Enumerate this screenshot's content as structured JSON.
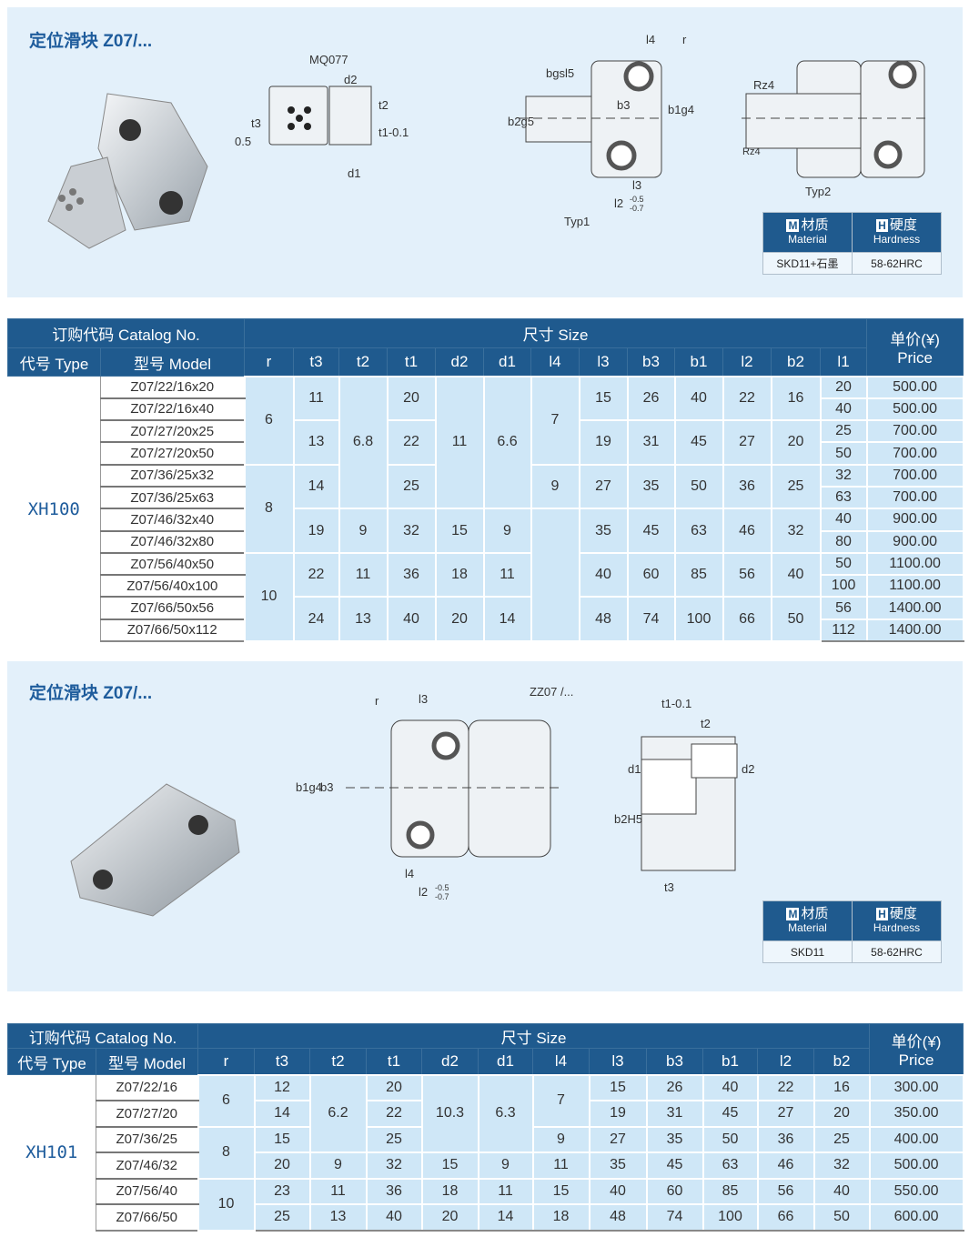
{
  "section1": {
    "title": "定位滑块 Z07/...",
    "drawing_labels": {
      "mq": "MQ077",
      "d2": "d2",
      "d1": "d1",
      "t2": "t2",
      "t1": "t1-0.1",
      "t3": "t3",
      "off": "0.5",
      "bgsl5": "bgsl5",
      "b2g5": "b2g5",
      "b3": "b3",
      "b1g4": "b1g4",
      "l4": "l4",
      "r": "r",
      "l3": "l3",
      "l2": "l2",
      "tol_up": "-0.5",
      "tol_dn": "-0.7",
      "typ1": "Typ1",
      "typ2": "Typ2",
      "rz1": "Rz4",
      "rz2": "Rz4"
    },
    "material": {
      "m_icon": "M",
      "m_label": "材质",
      "m_en": "Material",
      "h_icon": "H",
      "h_label": "硬度",
      "h_en": "Hardness",
      "material": "SKD11+石墨",
      "hardness": "58-62HRC"
    }
  },
  "table1": {
    "catalog": "订购代码 Catalog No.",
    "size": "尺寸 Size",
    "price_cn": "单价(¥)",
    "price_en": "Price",
    "type_h": "代号 Type",
    "model_h": "型号 Model",
    "cols": [
      "r",
      "t3",
      "t2",
      "t1",
      "d2",
      "d1",
      "l4",
      "l3",
      "b3",
      "b1",
      "l2",
      "b2",
      "l1"
    ],
    "rows": [
      [
        "XH100",
        "Z07/22/16x20",
        "6",
        "11",
        "6.8",
        "20",
        "11",
        "6.6",
        "7",
        "15",
        "26",
        "40",
        "22",
        "16",
        "20",
        "500.00"
      ],
      [
        "XH100",
        "Z07/22/16x40",
        "6",
        "11",
        "6.8",
        "20",
        "11",
        "6.6",
        "7",
        "15",
        "26",
        "40",
        "22",
        "16",
        "40",
        "500.00"
      ],
      [
        "XH100",
        "Z07/27/20x25",
        "6",
        "13",
        "6.8",
        "22",
        "11",
        "6.6",
        "7",
        "19",
        "31",
        "45",
        "27",
        "20",
        "25",
        "700.00"
      ],
      [
        "XH100",
        "Z07/27/20x50",
        "6",
        "13",
        "6.8",
        "22",
        "11",
        "6.6",
        "7",
        "19",
        "31",
        "45",
        "27",
        "20",
        "50",
        "700.00"
      ],
      [
        "XH100",
        "Z07/36/25x32",
        "8",
        "14",
        "6.8",
        "25",
        "11",
        "6.6",
        "9",
        "27",
        "35",
        "50",
        "36",
        "25",
        "32",
        "700.00"
      ],
      [
        "XH100",
        "Z07/36/25x63",
        "8",
        "14",
        "6.8",
        "25",
        "11",
        "6.6",
        "9",
        "27",
        "35",
        "50",
        "36",
        "25",
        "63",
        "700.00"
      ],
      [
        "XH100",
        "Z07/46/32x40",
        "8",
        "19",
        "9",
        "32",
        "15",
        "9",
        "",
        "35",
        "45",
        "63",
        "46",
        "32",
        "40",
        "900.00"
      ],
      [
        "XH100",
        "Z07/46/32x80",
        "8",
        "19",
        "9",
        "32",
        "15",
        "9",
        "",
        "35",
        "45",
        "63",
        "46",
        "32",
        "80",
        "900.00"
      ],
      [
        "XH100",
        "Z07/56/40x50",
        "10",
        "22",
        "11",
        "36",
        "18",
        "11",
        "",
        "40",
        "60",
        "85",
        "56",
        "40",
        "50",
        "1100.00"
      ],
      [
        "XH100",
        "Z07/56/40x100",
        "10",
        "22",
        "11",
        "36",
        "18",
        "11",
        "",
        "40",
        "60",
        "85",
        "56",
        "40",
        "100",
        "1100.00"
      ],
      [
        "XH100",
        "Z07/66/50x56",
        "10",
        "24",
        "13",
        "40",
        "20",
        "14",
        "",
        "48",
        "74",
        "100",
        "66",
        "50",
        "56",
        "1400.00"
      ],
      [
        "XH100",
        "Z07/66/50x112",
        "10",
        "24",
        "13",
        "40",
        "20",
        "14",
        "",
        "48",
        "74",
        "100",
        "66",
        "50",
        "112",
        "1400.00"
      ]
    ]
  },
  "section2": {
    "title": "定位滑块 Z07/...",
    "drawing_labels": {
      "r": "r",
      "l3": "l3",
      "zz": "ZZ07 /...",
      "b1g4": "b1g4",
      "b3": "b3",
      "l4": "l4",
      "l2": "l2",
      "tol_up": "-0.5",
      "tol_dn": "-0.7",
      "t1": "t1-0.1",
      "t2": "t2",
      "d1": "d1",
      "d2": "d2",
      "b2h5": "b2H5",
      "t3": "t3"
    },
    "material": {
      "m_icon": "M",
      "m_label": "材质",
      "m_en": "Material",
      "h_icon": "H",
      "h_label": "硬度",
      "h_en": "Hardness",
      "material": "SKD11",
      "hardness": "58-62HRC"
    }
  },
  "table2": {
    "catalog": "订购代码 Catalog No.",
    "size": "尺寸 Size",
    "price_cn": "单价(¥)",
    "price_en": "Price",
    "type_h": "代号 Type",
    "model_h": "型号 Model",
    "cols": [
      "r",
      "t3",
      "t2",
      "t1",
      "d2",
      "d1",
      "l4",
      "l3",
      "b3",
      "b1",
      "l2",
      "b2"
    ],
    "rows": [
      [
        "XH101",
        "Z07/22/16",
        "6",
        "12",
        "6.2",
        "20",
        "10.3",
        "6.3",
        "7",
        "15",
        "26",
        "40",
        "22",
        "16",
        "300.00"
      ],
      [
        "XH101",
        "Z07/27/20",
        "6",
        "14",
        "6.2",
        "22",
        "10.3",
        "6.3",
        "7",
        "19",
        "31",
        "45",
        "27",
        "20",
        "350.00"
      ],
      [
        "XH101",
        "Z07/36/25",
        "8",
        "15",
        "6.2",
        "25",
        "10.3",
        "6.3",
        "9",
        "27",
        "35",
        "50",
        "36",
        "25",
        "400.00"
      ],
      [
        "XH101",
        "Z07/46/32",
        "8",
        "20",
        "9",
        "32",
        "15",
        "9",
        "11",
        "35",
        "45",
        "63",
        "46",
        "32",
        "500.00"
      ],
      [
        "XH101",
        "Z07/56/40",
        "10",
        "23",
        "11",
        "36",
        "18",
        "11",
        "15",
        "40",
        "60",
        "85",
        "56",
        "40",
        "550.00"
      ],
      [
        "XH101",
        "Z07/66/50",
        "10",
        "25",
        "13",
        "40",
        "20",
        "14",
        "18",
        "48",
        "74",
        "100",
        "66",
        "50",
        "600.00"
      ]
    ]
  }
}
